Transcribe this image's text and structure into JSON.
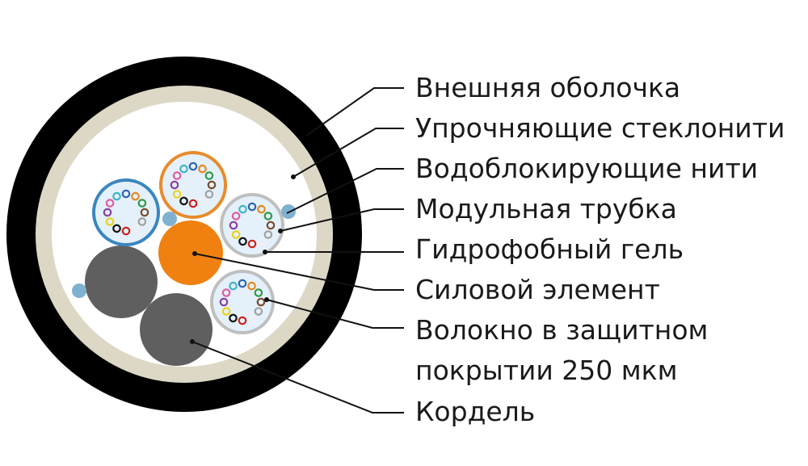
{
  "labels": {
    "outer_sheath": "Внешняя оболочка",
    "glass_yarn": "Упрочняющие стеклонити",
    "water_blocking": "Водоблокирующие нити",
    "module_tube": "Модульная трубка",
    "gel": "Гидрофобный гель",
    "strength_member": "Силовой элемент",
    "fiber_line1": "Волокно в защитном",
    "fiber_line2": "покрытии 250 мкм",
    "filler": "Кордель"
  },
  "colors": {
    "sheath": "#000000",
    "yarn_layer": "#ddd8c6",
    "core_fill": "#ffffff",
    "strength_member": "#f08010",
    "filler": "#5f5f5f",
    "water_blocking_thread": "#7fb2d0",
    "tube_blue": "#3a86bf",
    "tube_orange": "#e98b2a",
    "tube_gray": "#bfbfbf",
    "gel": "#e4f1fb",
    "fiber_colors": [
      "#2b63b5",
      "#e8871e",
      "#2e9a44",
      "#7a4a2a",
      "#a0a0a0",
      "#f0f0f0",
      "#d11f1f",
      "#111111",
      "#e9d21a",
      "#8a3ea3",
      "#e35aa0",
      "#3fb6c8"
    ]
  }
}
